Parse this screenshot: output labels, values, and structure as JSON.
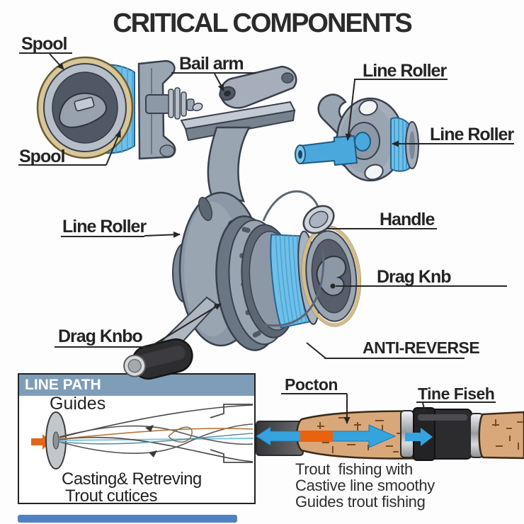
{
  "title": "CRITICAL COMPONENTS",
  "labels": {
    "spool_top": "Spool",
    "spool_bottom": "Spool",
    "bail_arm": "Bail arm",
    "line_roller_top_right": "Line Roller",
    "line_roller_right": "Line Roller",
    "line_roller_left": "Line Roller",
    "handle": "Handle",
    "drag_knb": "Drag Knb",
    "drag_knbo": "Drag Knbo",
    "anti_reverse": "ANTI-REVERSE"
  },
  "line_path_box": {
    "header": "LINE PATH",
    "guides_label": "Guides",
    "caption_line1": "Casting& Retreving",
    "caption_line2": "Trout cutices"
  },
  "rod_section": {
    "label_pocton": "Pocton",
    "label_tine_fiseh": "Tine Fiseh",
    "caption_line1": "Trout  fishing with",
    "caption_line2": "Castive line smoothy",
    "caption_line3": "Guides trout fishing"
  },
  "colors": {
    "line_blue": "#6fc0e8",
    "shaft_blue": "#4aa8dc",
    "accent_orange": "#e2661c",
    "flow_arrow_blue": "#35a3dd",
    "cork": "#d9a87a",
    "gold_rim": "#d2bc8a",
    "header_bar": "#7e9db8",
    "footer_bar": "#4e82c4",
    "metal_gray": "#9aa5b2",
    "outline": "#39404c"
  }
}
